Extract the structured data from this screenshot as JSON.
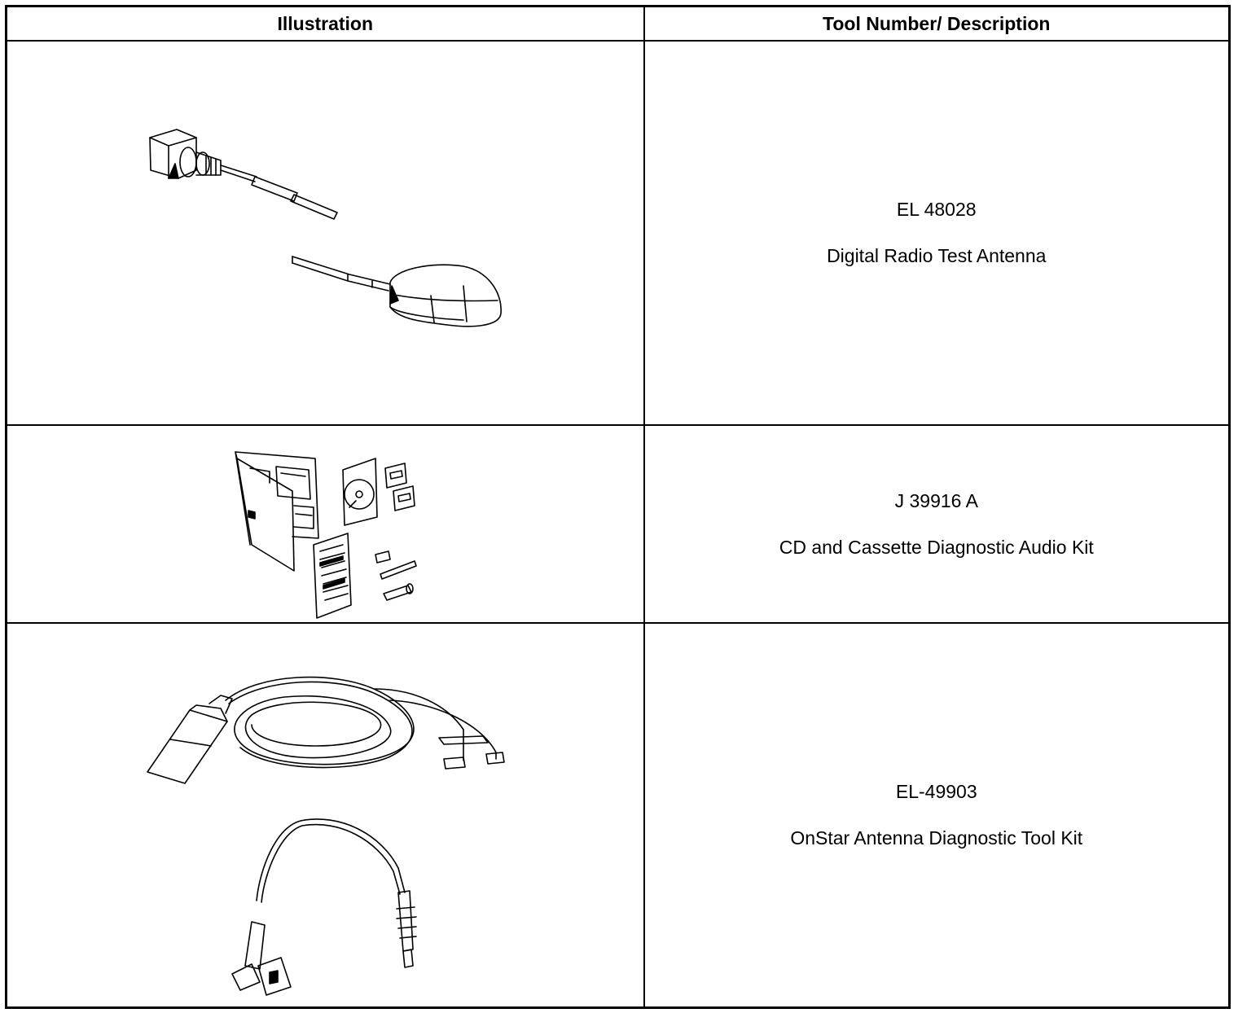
{
  "table": {
    "headers": {
      "illustration": "Illustration",
      "tool": "Tool Number/ Description"
    },
    "rows": [
      {
        "tool_number": "EL 48028",
        "description": "Digital Radio Test Antenna",
        "illustration_icon": "digital-radio-test-antenna-illustration"
      },
      {
        "tool_number": "J 39916 A",
        "description": "CD and Cassette Diagnostic Audio Kit",
        "illustration_icon": "cd-cassette-audio-kit-illustration"
      },
      {
        "tool_number": "EL-49903",
        "description": "OnStar Antenna Diagnostic Tool Kit",
        "illustration_icon": "onstar-antenna-tool-kit-illustration"
      }
    ]
  }
}
